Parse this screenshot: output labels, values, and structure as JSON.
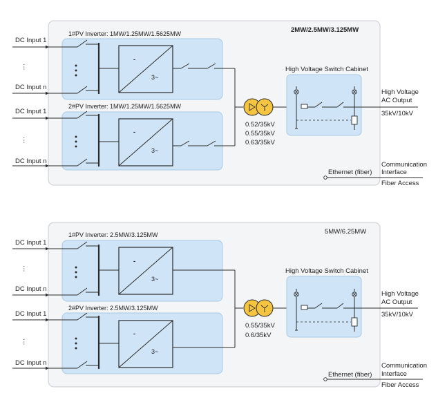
{
  "diagrams": [
    {
      "capacity": "2MW/2.5MW/3.125MW",
      "inverter1": "1#PV Inverter: 1MW/1.25MW/1.5625MW",
      "inverter2": "2#PV Inverter: 1MW/1.25MW/1.5625MW",
      "transformer": [
        "0.52/35kV",
        "0.55/35kV",
        "0.63/35kV"
      ]
    },
    {
      "capacity": "5MW/6.25MW",
      "inverter1": "1#PV Inverter: 2.5MW/3.125MW",
      "inverter2": "2#PV Inverter: 2.5MW/3.125MW",
      "transformer": [
        "0.55/35kV",
        "0.6/35kV"
      ]
    }
  ],
  "labels": {
    "dc_input_1": "DC Input 1",
    "dc_input_n": "DC Input n",
    "dots": "⋮",
    "converter_dc": "-",
    "converter_ac": "3~",
    "switch_cabinet": "High Voltage Switch Cabinet",
    "hv_output_line1": "High Voltage",
    "hv_output_line2": "AC Output",
    "hv_voltage": "35kV/10kV",
    "ethernet": "Ethernet (fiber)",
    "comm_line1": "Communication",
    "comm_line2": "Interface",
    "fiber_access": "Fiber Access"
  },
  "colors": {
    "panel_bg": "#f4f5f7",
    "inverter_bg": "#cfe5f7",
    "transformer_fill": "#f5c542"
  }
}
